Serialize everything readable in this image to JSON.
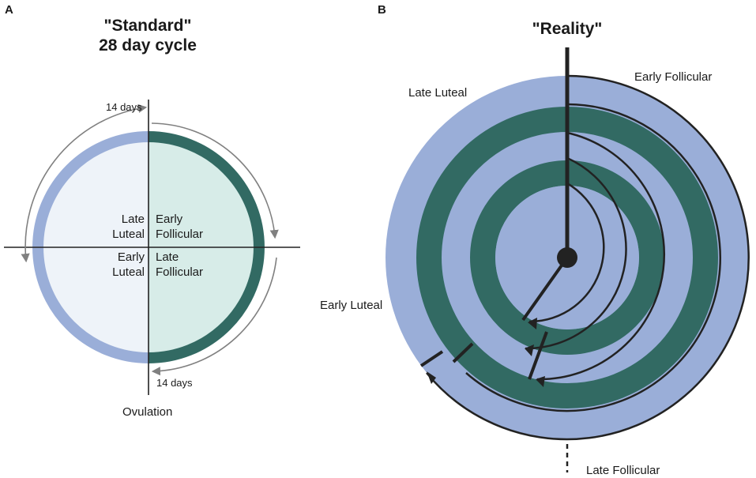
{
  "panel_a": {
    "letter": "A",
    "title_line1": "\"Standard\"",
    "title_line2": "28 day cycle",
    "label_top_days": "14 days",
    "label_bottom_days": "14 days",
    "label_ovulation": "Ovulation",
    "quadrants": {
      "late_luteal": "Late\nLuteal",
      "early_follicular": "Early\nFollicular",
      "early_luteal": "Early\nLuteal",
      "late_follicular": "Late\nFollicular"
    }
  },
  "panel_b": {
    "letter": "B",
    "title": "\"Reality\"",
    "label_late_luteal": "Late Luteal",
    "label_early_follicular": "Early Follicular",
    "label_early_luteal": "Early Luteal",
    "label_late_follicular": "Late Follicular"
  },
  "colors": {
    "luteal_blue": "#9aaed8",
    "follicular_green": "#326a63",
    "light_blue_fill": "#eef3f9",
    "light_green_fill": "#d7ece8",
    "axis": "#222222",
    "arrow_gray": "#808080"
  }
}
